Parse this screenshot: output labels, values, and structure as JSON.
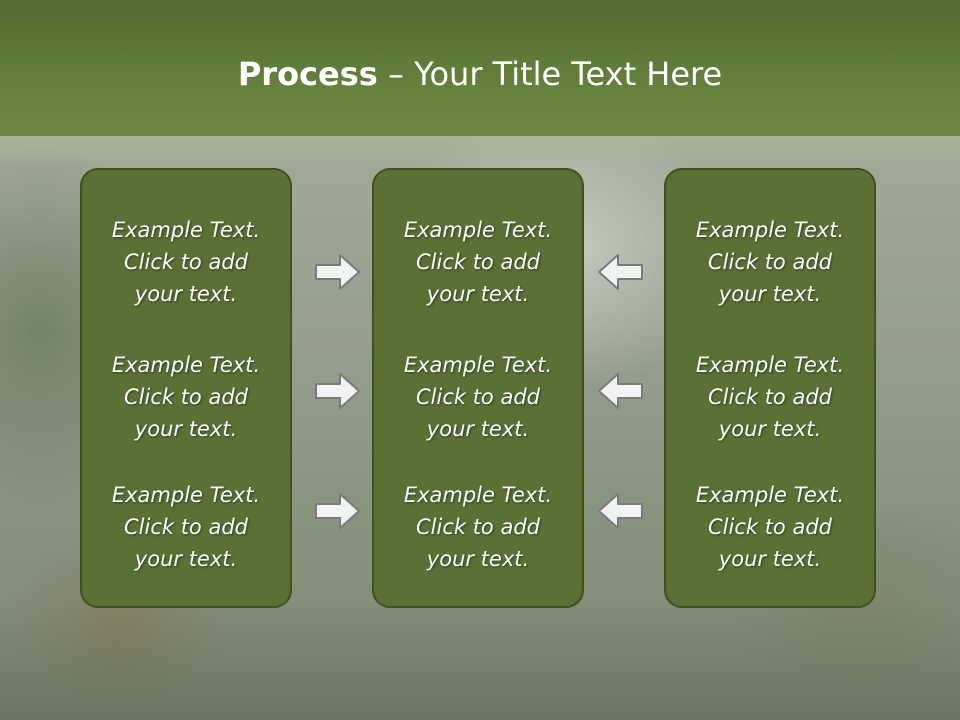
{
  "slide": {
    "title_bold": "Process",
    "title_rest": " – Your Title Text Here"
  },
  "columns": [
    {
      "items": [
        {
          "line1": "Example Text.",
          "line2": "Click  to add",
          "line3": "your text."
        },
        {
          "line1": "Example Text.",
          "line2": "Click  to add",
          "line3": "your text."
        },
        {
          "line1": "Example Text.",
          "line2": "Click  to add",
          "line3": "your text."
        }
      ]
    },
    {
      "items": [
        {
          "line1": "Example Text.",
          "line2": "Click  to add",
          "line3": "your text."
        },
        {
          "line1": "Example Text.",
          "line2": "Click  to add",
          "line3": "your text."
        },
        {
          "line1": "Example Text.",
          "line2": "Click  to add",
          "line3": "your text."
        }
      ]
    },
    {
      "items": [
        {
          "line1": "Example Text.",
          "line2": "Click  to add",
          "line3": "your text."
        },
        {
          "line1": "Example Text.",
          "line2": "Click  to add",
          "line3": "your text."
        },
        {
          "line1": "Example Text.",
          "line2": "Click  to add",
          "line3": "your text."
        }
      ]
    }
  ],
  "arrows": {
    "left_group": "arrow-right-icon",
    "right_group": "arrow-left-icon"
  },
  "colors": {
    "header": "#617f3b",
    "card_fill": "#5a7034",
    "card_border": "#3f5023",
    "arrow_fill": "#f2f2f2",
    "arrow_stroke": "#7a7a7a"
  }
}
